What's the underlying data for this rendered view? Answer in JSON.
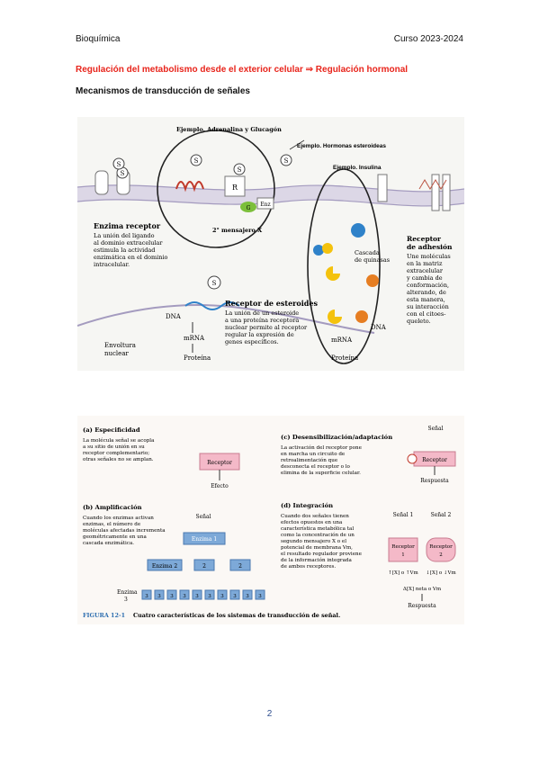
{
  "header": {
    "left": "Bioquímica",
    "right": "Curso 2023-2024"
  },
  "title_red": "Regulación del metabolismo desde el exterior celular ⇒ Regulación hormonal",
  "subtitle": "Mecanismos de transducción de señales",
  "figure1": {
    "ex_adrenalina": "Ejemplo. Adrenalina y Glucagón",
    "ex_hormonas": "Ejemplo. Hormonas esteroideas",
    "ex_insulina": "Ejemplo. Insulina",
    "s_label": "S",
    "r_label": "R",
    "g_label": "G",
    "enz_label": "Enz",
    "segundo_mensajero": "2° mensajero X",
    "enzima_receptor_title": "Enzima receptor",
    "enzima_receptor_lines": [
      "La unión del ligando",
      "al dominio extracelular",
      "estimula la actividad",
      "enzimática en el dominio",
      "intracelular."
    ],
    "cascada_lines": [
      "Cascada",
      "de quinasas"
    ],
    "receptor_adhesion_title": [
      "Receptor",
      "de adhesión"
    ],
    "receptor_adhesion_lines": [
      "Une moléculas",
      "en la matriz",
      "extracelular",
      "y cambia de",
      "conformación,",
      "alterando, de",
      "esta manera,",
      "su interacción",
      "con el citoes-",
      "queleto."
    ],
    "receptor_esteroides_title": "Receptor de esteroides",
    "receptor_esteroides_lines": [
      "La unión de un esteroide",
      "a una proteína receptora",
      "nuclear permite al receptor",
      "regular la expresión de",
      "genes específicos."
    ],
    "dna": "DNA",
    "mrna": "mRNA",
    "proteina": "Proteína",
    "envoltura": [
      "Envoltura",
      "nuclear"
    ],
    "dna2": "DNA",
    "mrna2": "mRNA",
    "proteina2": "Proteína"
  },
  "figure2": {
    "a_title": "(a) Especificidad",
    "a_lines": [
      "La molécula señal se acopla",
      "a su sitio de unión en su",
      "receptor complementario;",
      "otras señales no se amplan."
    ],
    "a_receptor": "Receptor",
    "a_efecto": "Efecto",
    "b_title": "(b) Amplificación",
    "b_lines": [
      "Cuando los enzimas activan",
      "enzimas, el número de",
      "moléculas afectadas incrementa",
      "geométricamente en una",
      "cascada enzimática."
    ],
    "b_senal": "Señal",
    "b_enzima1": "Enzima 1",
    "b_enzima2": "Enzima 2",
    "b_two": "2",
    "b_enzima3": "Enzima",
    "b_three": "3",
    "c_title": "(c) Desensibilización/adaptación",
    "c_lines": [
      "La activación del receptor pone",
      "en marcha un circuito de",
      "retroalimentación que",
      "desconecta el receptor o lo",
      "elimina de la superficie celular."
    ],
    "c_senal": "Señal",
    "c_receptor": "Receptor",
    "c_respuesta": "Respuesta",
    "d_title": "(d) Integración",
    "d_lines": [
      "Cuando dos señales tienen",
      "efectos opuestos en una",
      "característica metabólica tal",
      "como la concentración de un",
      "segundo mensajero X o el",
      "potencial de membrana Vm,",
      "el resultado regulador proviene",
      "de la información integrada",
      "de ambos receptores."
    ],
    "d_senal1": "Señal 1",
    "d_senal2": "Señal 2",
    "d_receptor": "Receptor",
    "d_one": "1",
    "d_two": "2",
    "d_up": "↑[X] o ↑Vm",
    "d_down": "↓[X] o ↓Vm",
    "d_neta": "Δ[X] neta o Vm",
    "d_respuesta": "Respuesta",
    "caption_bold": "FIGURA 12-1",
    "caption_text": "Cuatro características de los sistemas de transducción de señal."
  },
  "page_number": "2"
}
